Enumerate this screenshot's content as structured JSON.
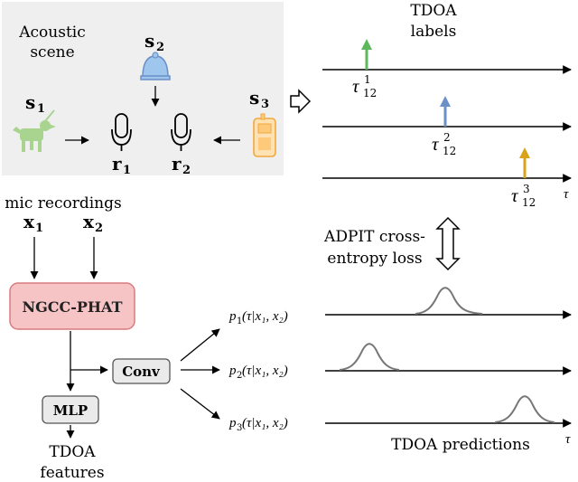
{
  "scene": {
    "title_line1": "Acoustic",
    "title_line2": "scene",
    "sources": [
      "s1",
      "s2",
      "s3"
    ],
    "source_labels": {
      "s1": "s",
      "s1_sub": "1",
      "s2": "s",
      "s2_sub": "2",
      "s3": "s",
      "s3_sub": "3"
    },
    "mics": {
      "r1": "r",
      "r1_sub": "1",
      "r2": "r",
      "r2_sub": "2"
    }
  },
  "tdoa_labels": {
    "title_line1": "TDOA",
    "title_line2": "labels",
    "items": [
      {
        "sym": "τ",
        "sup": "1",
        "sub": "12",
        "color": "#5bb85d"
      },
      {
        "sym": "τ",
        "sup": "2",
        "sub": "12",
        "color": "#6b8fc7"
      },
      {
        "sym": "τ",
        "sup": "3",
        "sub": "12",
        "color": "#d9a21b"
      }
    ],
    "axis_label": "τ"
  },
  "recordings": {
    "title": "mic recordings",
    "x1": "x",
    "x1_sub": "1",
    "x2": "x",
    "x2_sub": "2"
  },
  "blocks": {
    "ngcc": "NGCC-PHAT",
    "conv": "Conv",
    "mlp": "MLP"
  },
  "features": {
    "line1": "TDOA",
    "line2": "features"
  },
  "loss": {
    "line1": "ADPIT cross-",
    "line2": "entropy loss"
  },
  "predictions": {
    "title": "TDOA predictions",
    "items": [
      {
        "p": "p",
        "sub": "1",
        "rest": "(τ|x₁, x₂)"
      },
      {
        "p": "p",
        "sub": "2",
        "rest": "(τ|x₁, x₂)"
      },
      {
        "p": "p",
        "sub": "3",
        "rest": "(τ|x₁, x₂)"
      }
    ],
    "axis_label": "τ"
  },
  "colors": {
    "scene_bg": "#efefef",
    "ngcc_fill": "#f7c4c6",
    "ngcc_stroke": "#d97b80",
    "block_fill": "#eaeaea",
    "dog": "#a9d48f",
    "bell": "#9fc6ec",
    "phone": "#ffc97a"
  }
}
